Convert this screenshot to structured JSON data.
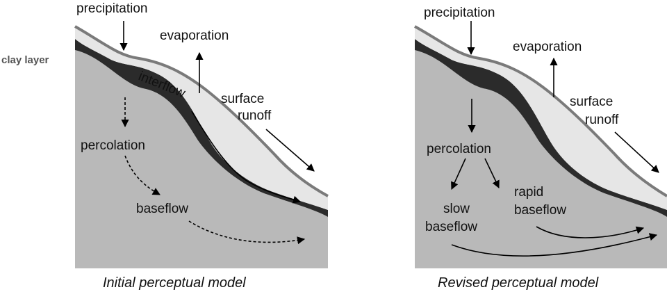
{
  "left_panel": {
    "side_label": "clay layer",
    "precipitation": "precipitation",
    "evaporation": "evaporation",
    "interflow": "interflow",
    "surface_line1": "surface",
    "surface_line2": "runoff",
    "percolation": "percolation",
    "baseflow": "baseflow",
    "caption": "Initial perceptual model"
  },
  "right_panel": {
    "precipitation": "precipitation",
    "evaporation": "evaporation",
    "surface_line1": "surface",
    "surface_line2": "runoff",
    "percolation": "percolation",
    "slow_line1": "slow",
    "slow_line2": "baseflow",
    "rapid_line1": "rapid",
    "rapid_line2": "baseflow",
    "caption": "Revised perceptual model"
  },
  "colors": {
    "ground": "#b9b9b9",
    "clay": "#2b2b2b",
    "topsoil": "#e6e6e6",
    "surface_line": "#7a7a7a"
  }
}
